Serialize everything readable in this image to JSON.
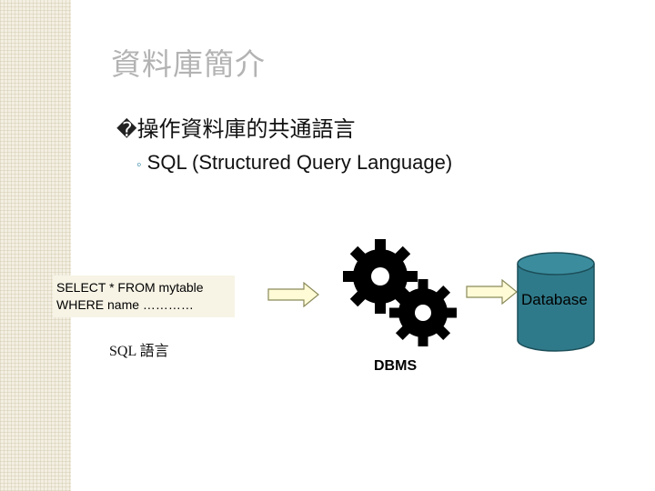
{
  "slide": {
    "title": "資料庫簡介",
    "bullet_mark": "�",
    "bullet1": "操作資料庫的共通語言",
    "sub_bullet_symbol": "◦",
    "sub_bullet": "SQL (Structured Query Language)"
  },
  "diagram": {
    "sql_line1": "SELECT * FROM mytable",
    "sql_line2": "WHERE name …………",
    "sql_caption": "SQL 語言",
    "dbms_label": "DBMS",
    "database_label": "Database",
    "database_color": "#2f7a8a",
    "gear_color": "#000000",
    "arrow_fill": "#fffbd6",
    "arrow_stroke": "#8a8a5a"
  }
}
